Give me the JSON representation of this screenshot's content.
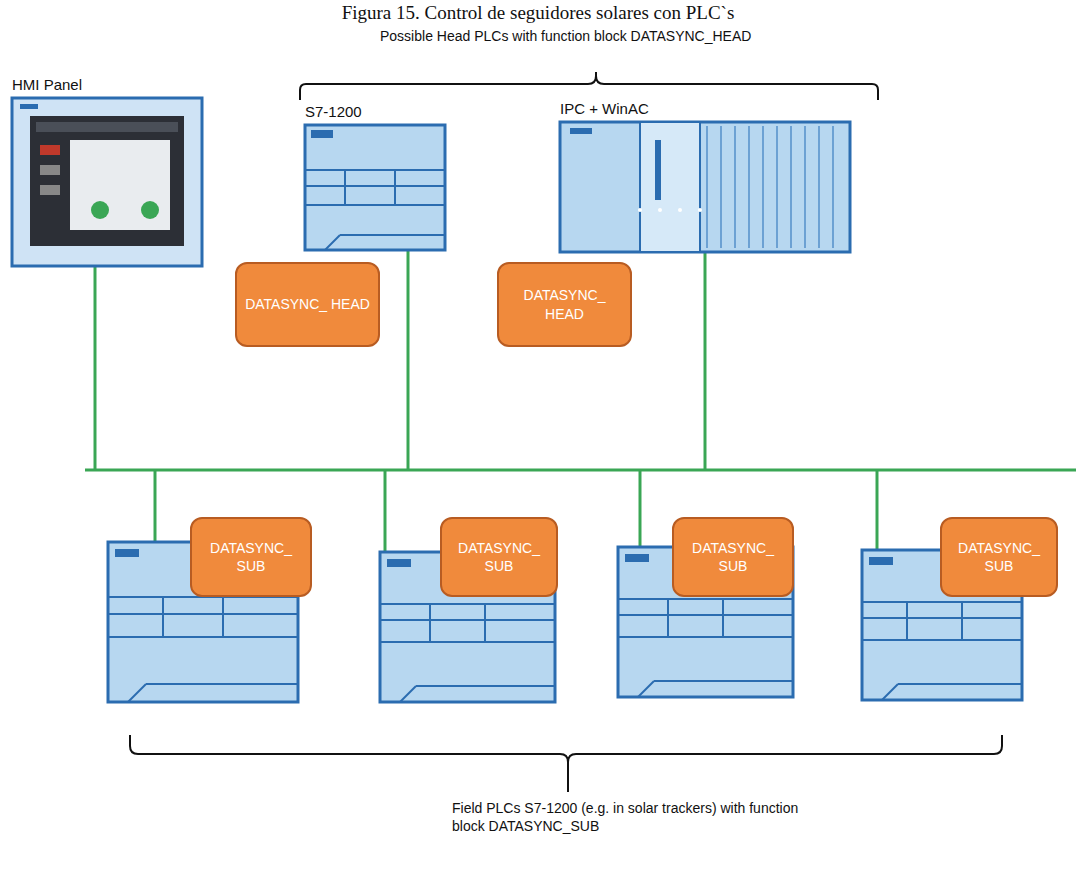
{
  "diagram": {
    "title": "Figura 15. Control de seguidores solares con PLC`s",
    "nodes": [
      {
        "text": [
          "HMI Panel"
        ]
      },
      {
        "text": [
          "S7-1200"
        ]
      },
      {
        "text": [
          "DATASYNC_ HEAD"
        ]
      },
      {
        "text": [
          "IPC + WinAC"
        ]
      },
      {
        "text": [
          "DATASYNC_ HEAD"
        ]
      },
      {
        "text": [
          "DATASYNC_ SUB"
        ]
      },
      {
        "text": [
          "DATASYNC_ SUB"
        ]
      },
      {
        "text": [
          "DATASYNC_ SUB"
        ]
      },
      {
        "text": [
          "DATASYNC_ SUB"
        ]
      }
    ],
    "labels": [
      "Possible Head PLCs with function block DATASYNC_HEAD",
      "Field PLCs S7-1200 (e.g. in solar trackers) with function block DATASYNC_SUB"
    ]
  }
}
